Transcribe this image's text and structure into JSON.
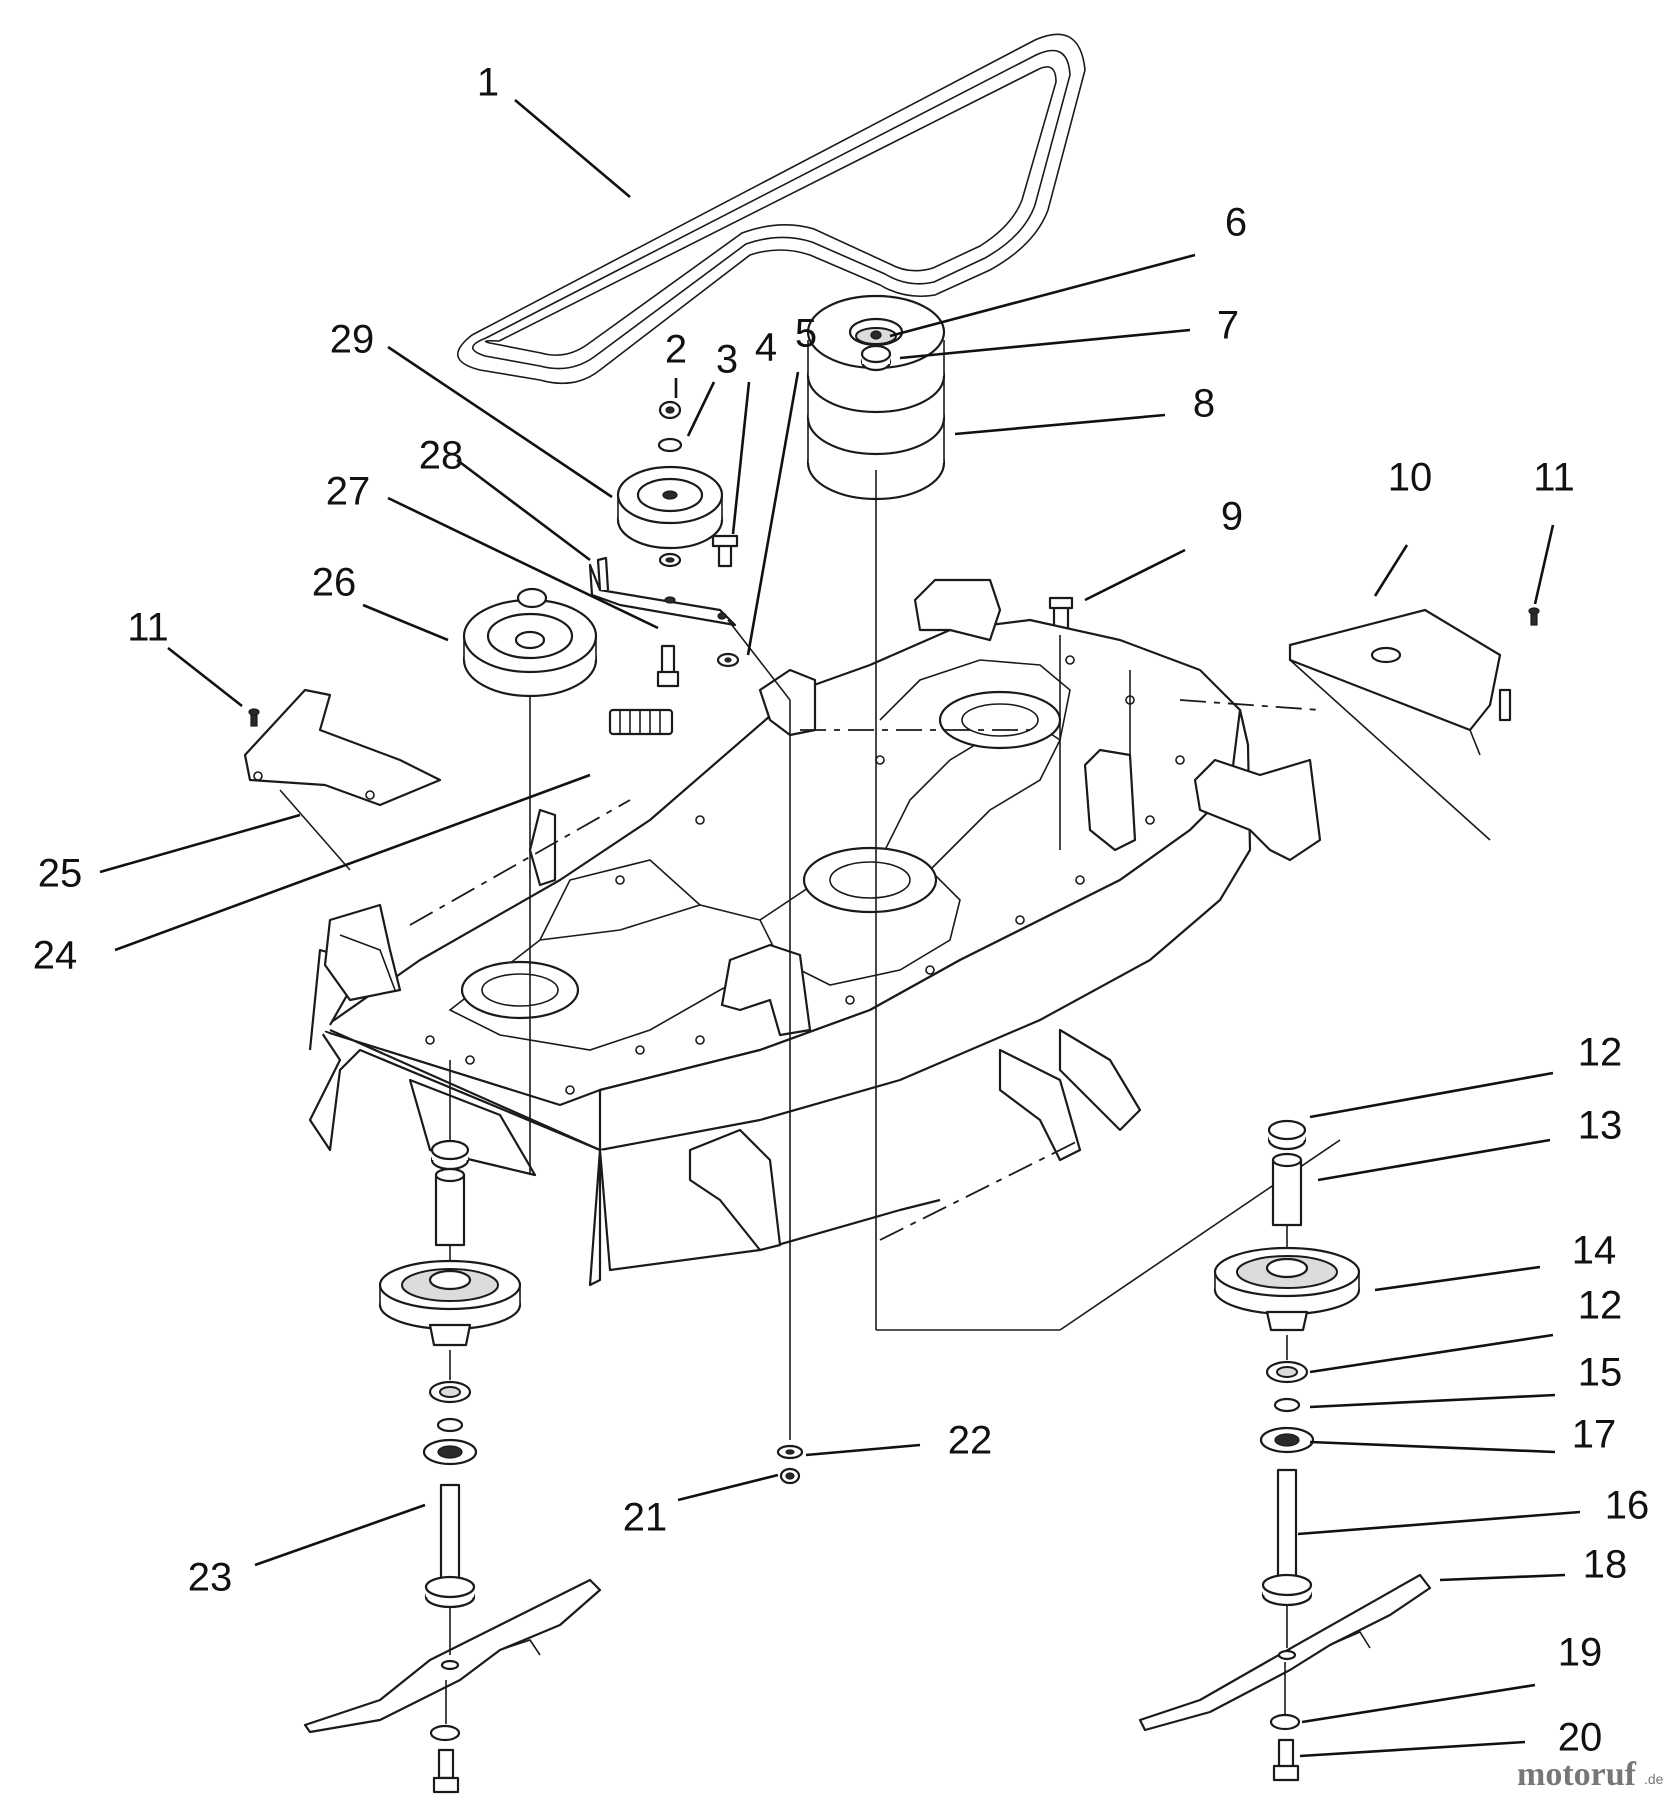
{
  "callouts": [
    "1",
    "2",
    "3",
    "4",
    "5",
    "6",
    "7",
    "8",
    "9",
    "10",
    "11",
    "11",
    "12",
    "12",
    "13",
    "14",
    "15",
    "16",
    "17",
    "18",
    "19",
    "20",
    "21",
    "22",
    "23",
    "24",
    "25",
    "26",
    "27",
    "28",
    "29"
  ],
  "watermark": {
    "text": "motoruf",
    "suffix": ".de",
    "colors": {
      "m": "#c0392b",
      "o1": "#e67e22",
      "t": "#27ae60",
      "o2": "#2980b9",
      "r": "#8e44ad",
      "u": "#16a085",
      "f": "#d35400"
    }
  },
  "colors": {
    "ink": "#1a1a1a",
    "background": "#ffffff"
  }
}
